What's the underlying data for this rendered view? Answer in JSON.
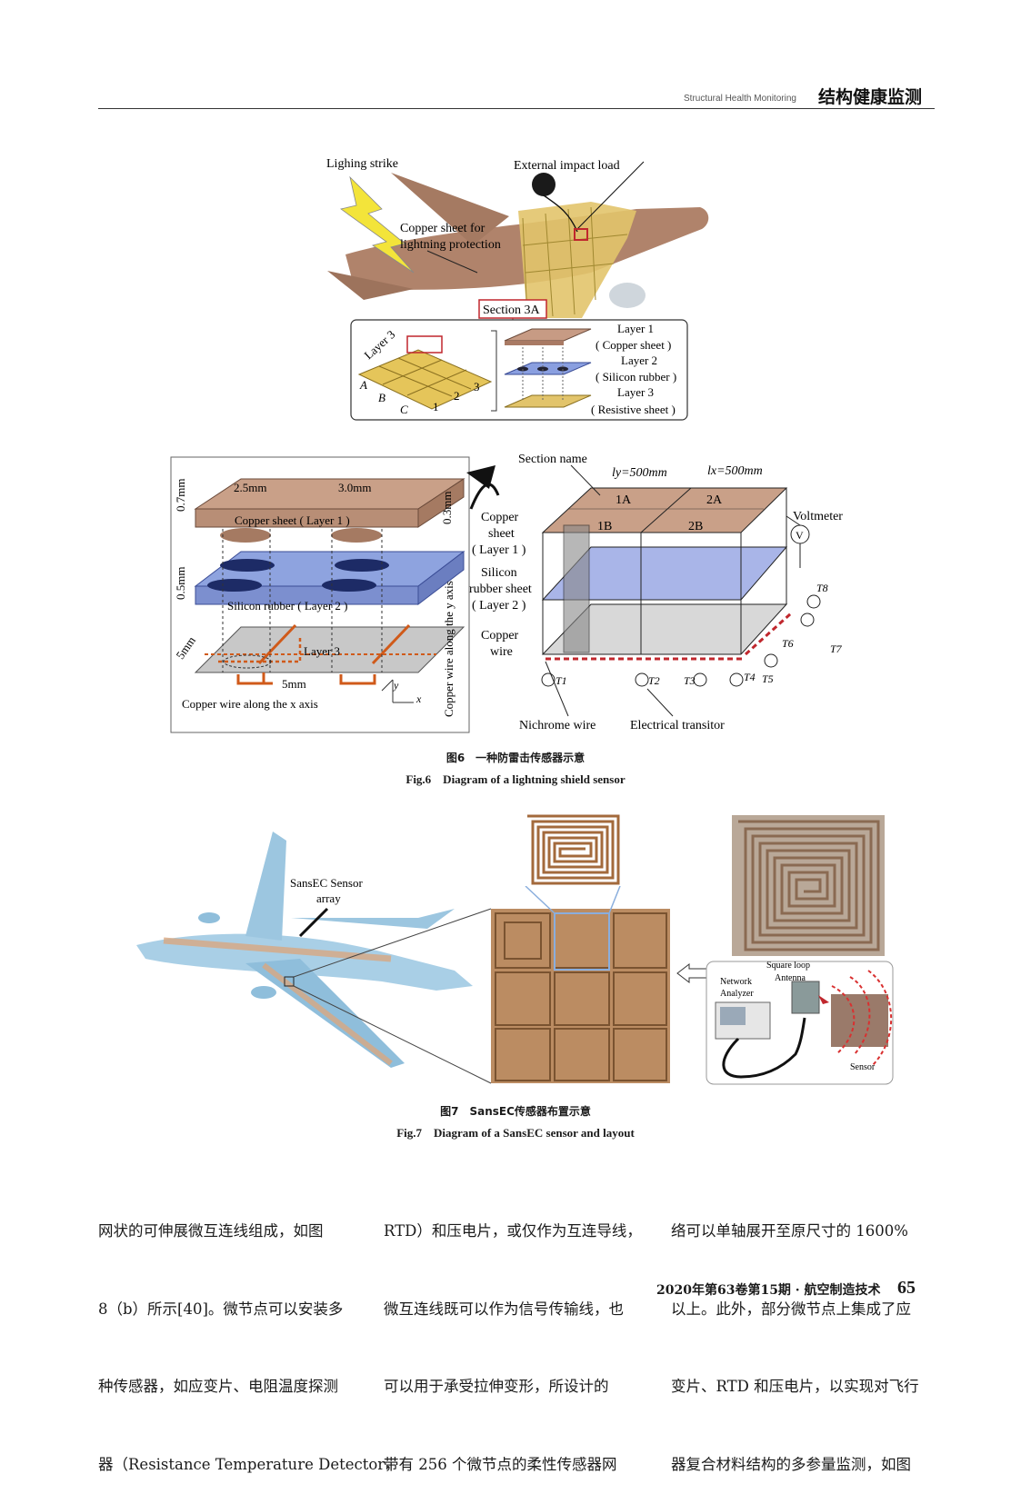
{
  "header": {
    "en": "Structural Health Monitoring",
    "cn": "结构健康监测"
  },
  "fig6": {
    "top": {
      "lighting_strike": "Lighing strike",
      "external_impact": "External impact load",
      "copper_sheet_l1": "Copper sheet for",
      "copper_sheet_l2": "lightning protection",
      "section_3a": "Section 3A",
      "layer3_tag": "Layer 3",
      "grid_a": "A",
      "grid_b": "B",
      "grid_c": "C",
      "grid_1": "1",
      "grid_2": "2",
      "grid_3": "3",
      "layer1": "Layer 1",
      "layer1_sub": "( Copper sheet )",
      "layer2": "Layer 2",
      "layer2_sub": "( Silicon rubber )",
      "layer3": "Layer 3",
      "layer3_sub": "( Resistive sheet )"
    },
    "left": {
      "d07": "0.7mm",
      "d25": "2.5mm",
      "d30": "3.0mm",
      "d03": "0.3mm",
      "copper_sheet": "Copper sheet ( Layer 1 )",
      "d05": "0.5mm",
      "silicon": "Silicon rubber ( Layer 2 )",
      "d5mm_a": "5mm",
      "layer3": "Layer 3",
      "d5mm_b": "5mm",
      "wire_x": "Copper wire along the x axis",
      "wire_y": "Copper wire along the y axis",
      "axis_y": "y",
      "axis_x": "x"
    },
    "right": {
      "section_name": "Section name",
      "ly": "ly=500mm",
      "lx": "lx=500mm",
      "s1a": "1A",
      "s2a": "2A",
      "s1b": "1B",
      "s2b": "2B",
      "voltmeter": "Voltmeter",
      "v": "V",
      "copper_sheet_1": "Copper",
      "copper_sheet_2": "sheet",
      "copper_sheet_3": "( Layer 1 )",
      "silicon_1": "Silicon",
      "silicon_2": "rubber sheet",
      "silicon_3": "( Layer 2 )",
      "copper_wire_1": "Copper",
      "copper_wire_2": "wire",
      "t1": "T1",
      "t2": "T2",
      "t3": "T3",
      "t4": "T4",
      "t5": "T5",
      "t6": "T6",
      "t7": "T7",
      "t8": "T8",
      "nichrome": "Nichrome wire",
      "transistor": "Electrical transitor"
    },
    "caption_cn": "图6　一种防雷击传感器示意",
    "caption_en": "Fig.6　Diagram of a lightning shield sensor"
  },
  "fig7": {
    "sensor_array_1": "SansEC Sensor",
    "sensor_array_2": "array",
    "network_1": "Network",
    "network_2": "Analyzer",
    "antenna_1": "Square loop",
    "antenna_2": "Antenna",
    "sensor": "Sensor",
    "caption_cn": "图7　SansEC传感器布置示意",
    "caption_en": "Fig.7　Diagram of a SansEC sensor and layout"
  },
  "body": {
    "col1": [
      "网状的可伸展微互连线组成，如图",
      "8（b）所示[40]。微节点可以安装多",
      "种传感器，如应变片、电阻温度探测",
      "器（Resistance Temperature Detector，"
    ],
    "col2": [
      "RTD）和压电片，或仅作为互连导线，",
      "微互连线既可以作为信号传输线，也",
      "可以用于承受拉伸变形，所设计的",
      "带有 256 个微节点的柔性传感器网"
    ],
    "col3": [
      "络可以单轴展开至原尺寸的 1600%",
      "以上。此外，部分微节点上集成了应",
      "变片、RTD 和压电片，以实现对飞行",
      "器复合材料结构的多参量监测，如图"
    ]
  },
  "footer": {
    "journal": "2020年第63卷第15期 · 航空制造技术",
    "page": "65"
  }
}
